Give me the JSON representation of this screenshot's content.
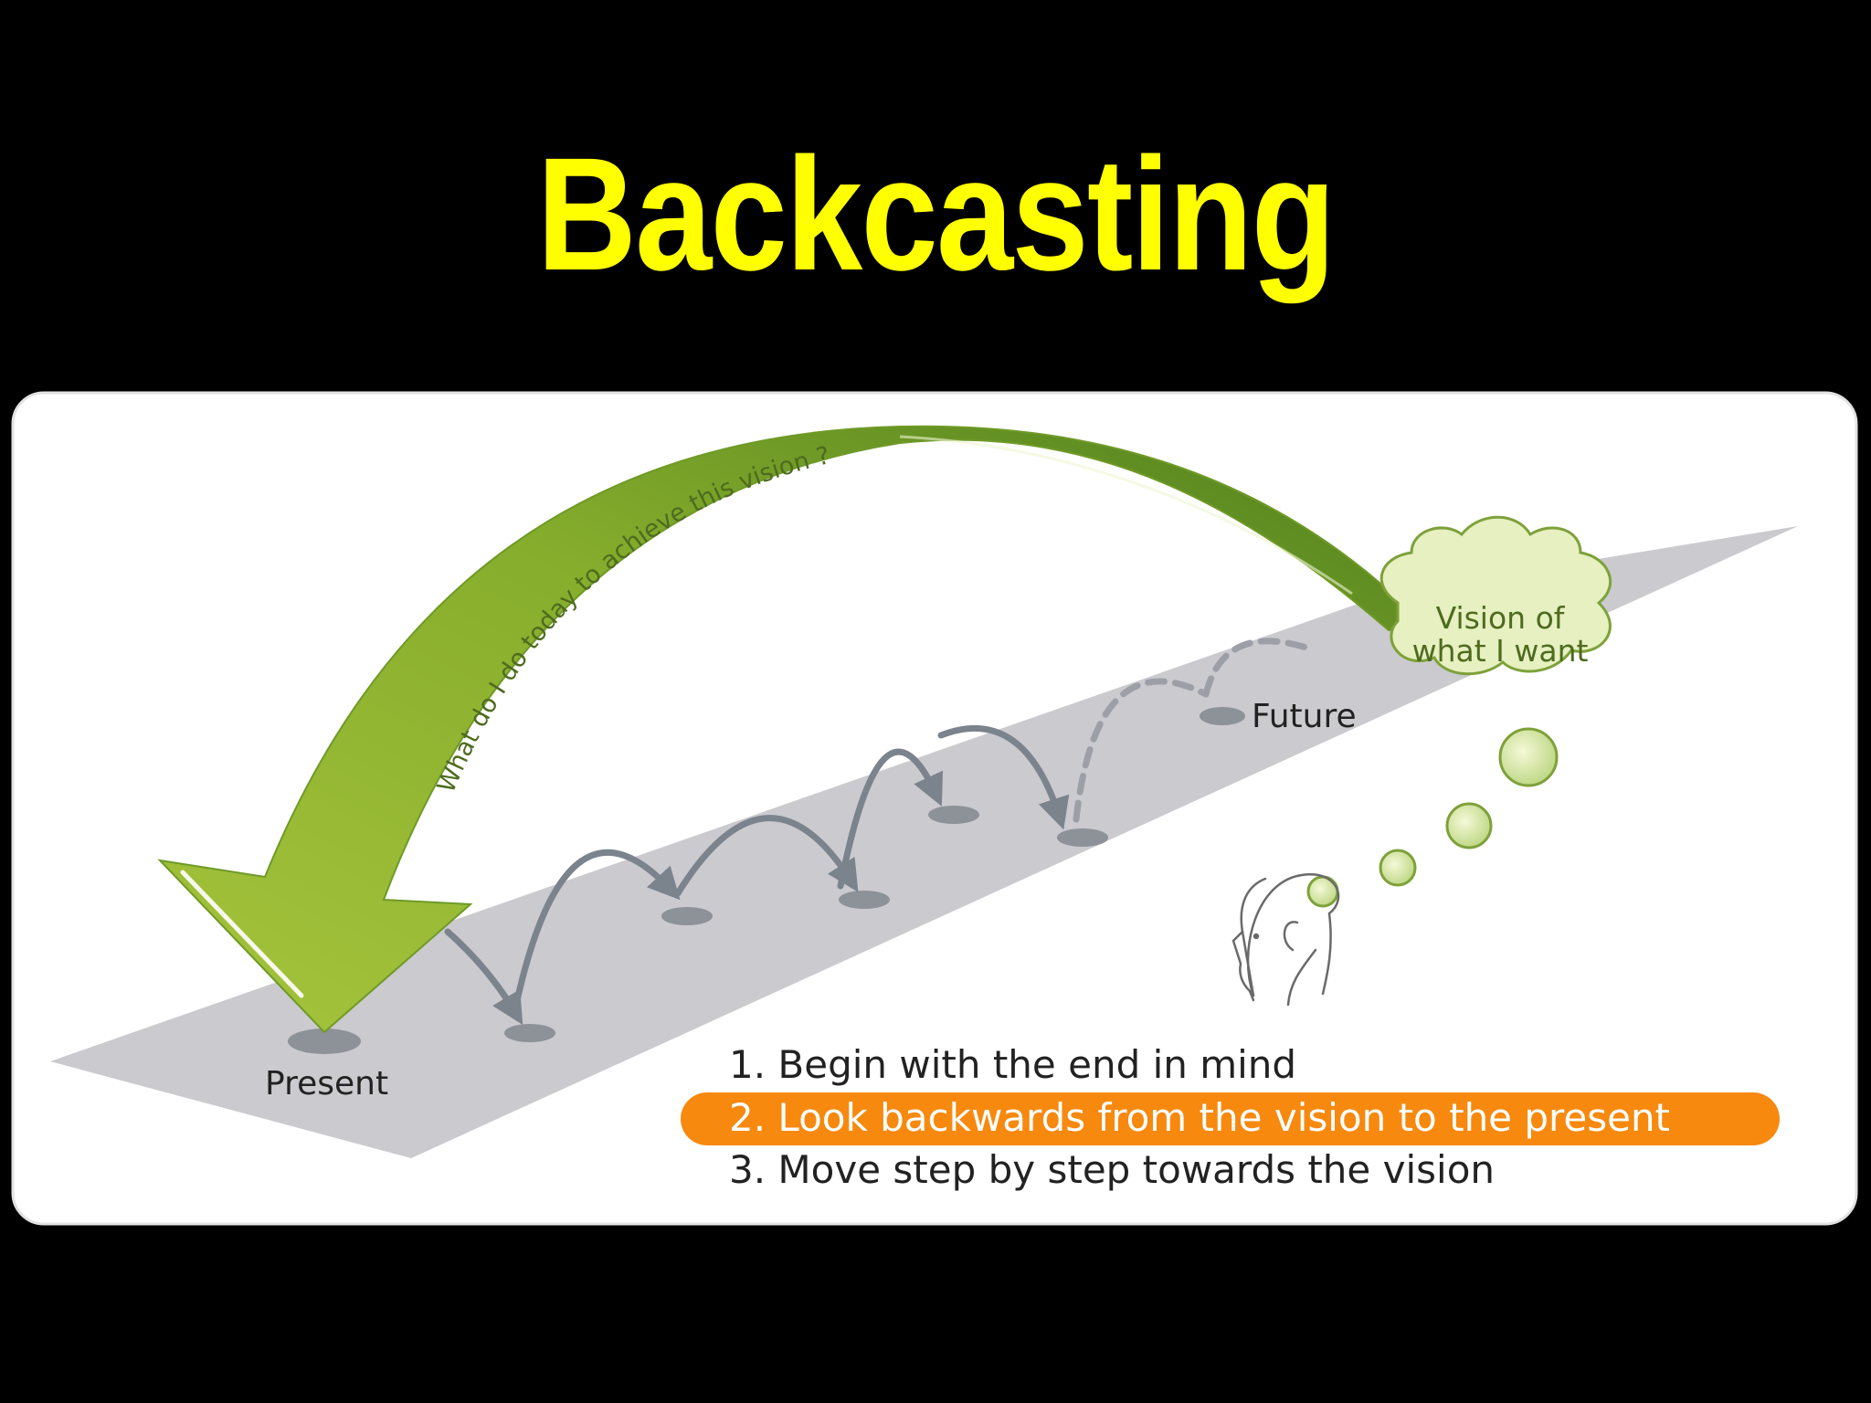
{
  "title": "Backcasting",
  "diagram": {
    "arc_question": "What do I do today to achieve this vision ?",
    "label_present": "Present",
    "label_future": "Future",
    "cloud_line1": "Vision of",
    "cloud_line2": "what I want",
    "steps": [
      "1. Begin with the end in mind",
      "2. Look backwards from the vision to the present",
      "3. Move step by step towards the vision"
    ],
    "highlighted_step_color": "#f7890f",
    "arrow_color": "#8cb033",
    "path_color": "#c9c9ce"
  }
}
